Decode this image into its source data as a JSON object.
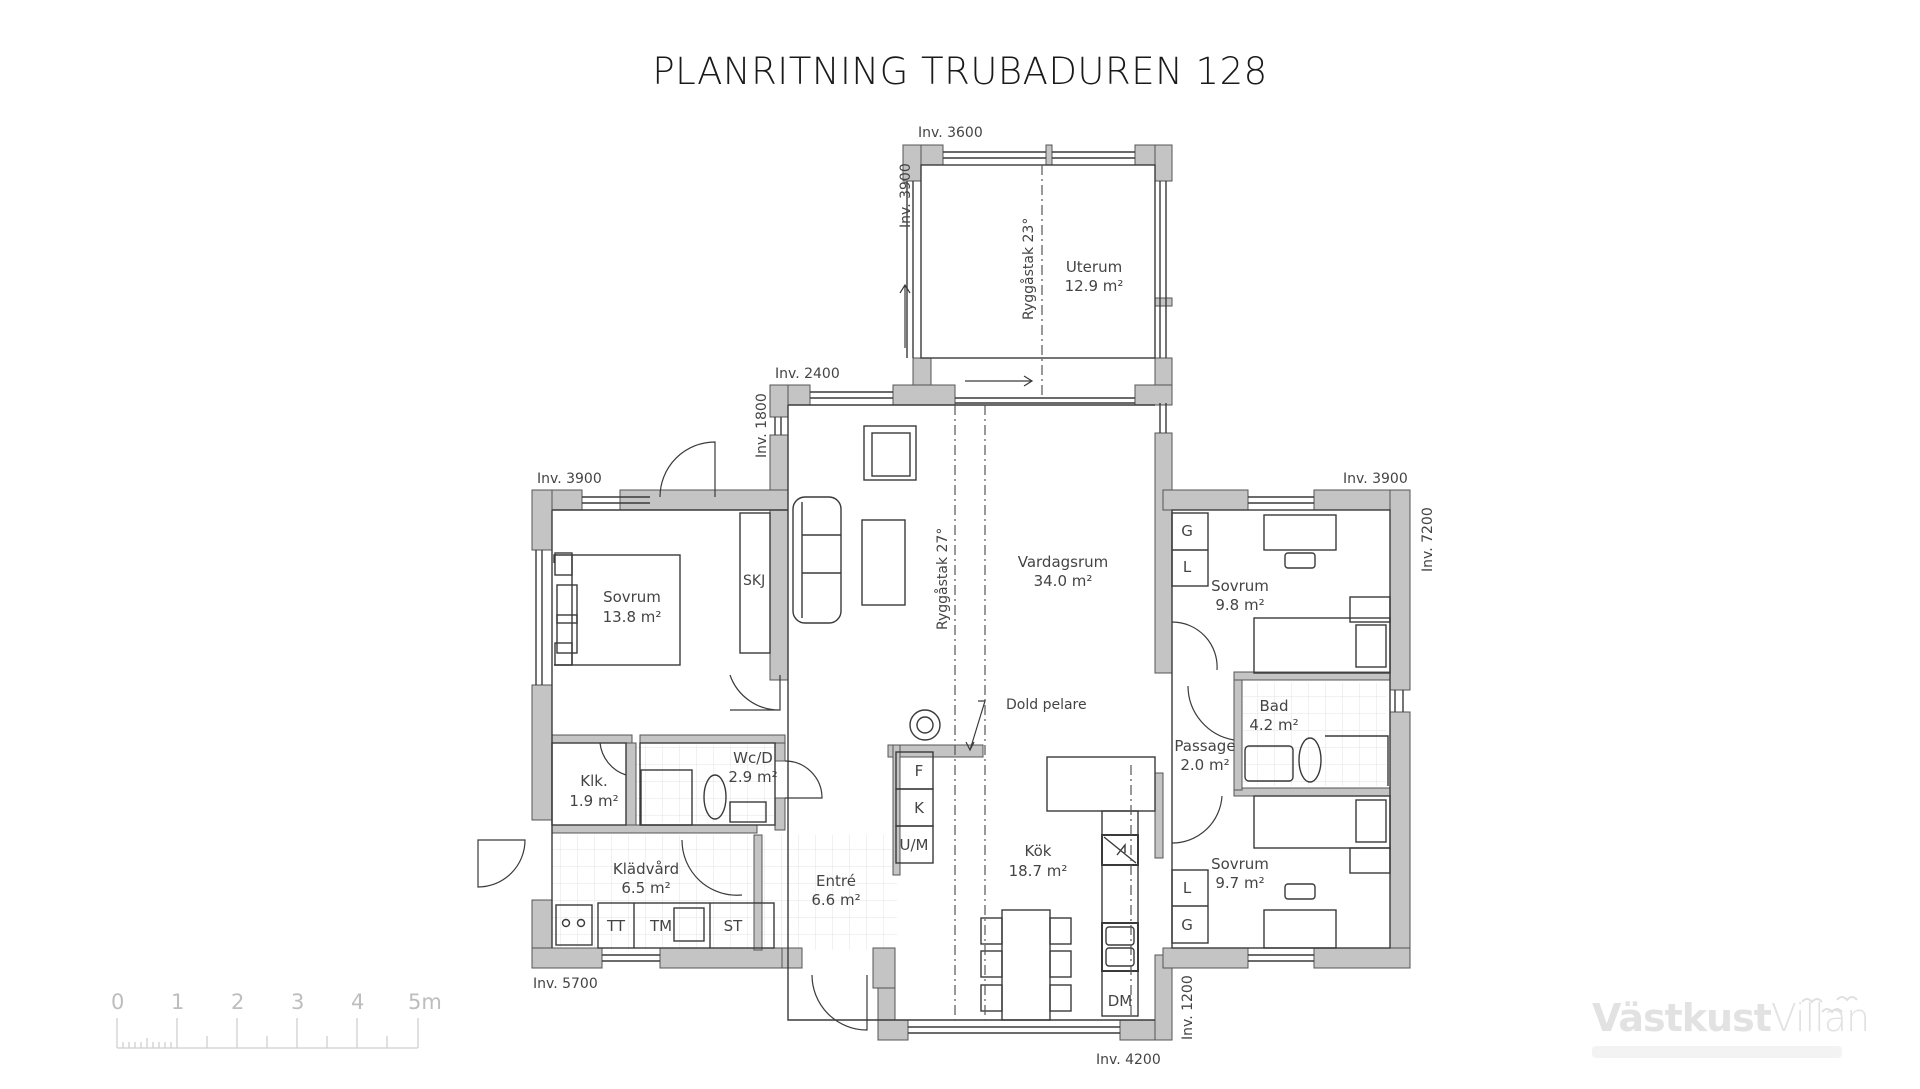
{
  "title": "PLANRITNING TRUBADUREN 128",
  "rooms": {
    "uterum": {
      "name": "Uterum",
      "area": "12.9 m²"
    },
    "vardagsrum": {
      "name": "Vardagsrum",
      "area": "34.0 m²"
    },
    "kok": {
      "name": "Kök",
      "area": "18.7 m²"
    },
    "sovrum_left": {
      "name": "Sovrum",
      "area": "13.8 m²"
    },
    "klk": {
      "name": "Klk.",
      "area": "1.9 m²"
    },
    "wcd": {
      "name": "Wc/D",
      "area": "2.9 m²"
    },
    "kladvard": {
      "name": "Klädvård",
      "area": "6.5 m²"
    },
    "entre": {
      "name": "Entré",
      "area": "6.6 m²"
    },
    "sovrum_right_top": {
      "name": "Sovrum",
      "area": "9.8 m²"
    },
    "bad": {
      "name": "Bad",
      "area": "4.2 m²"
    },
    "passage": {
      "name": "Passage",
      "area": "2.0 m²"
    },
    "sovrum_right_bottom": {
      "name": "Sovrum",
      "area": "9.7 m²"
    }
  },
  "annotations": {
    "roof_uterum": "Ryggåstak 23°",
    "roof_main": "Ryggåstak 27°",
    "dold_pelare": "Dold pelare",
    "skj": "SKJ"
  },
  "dimensions": {
    "uterum_top": "Inv. 3600",
    "uterum_left": "Inv. 3900",
    "main_top": "Inv. 2400",
    "main_left": "Inv. 1800",
    "left_wing_top": "Inv. 3900",
    "right_wing_top": "Inv. 3900",
    "right_wing_right": "Inv. 7200",
    "left_wing_bottom": "Inv. 5700",
    "main_bottom": "Inv. 4200",
    "main_right_bottom": "Inv. 1200"
  },
  "appliances": {
    "fridge": "F",
    "freezer": "K",
    "oven_micro": "U/M",
    "dishwasher": "DM",
    "dryer": "TT",
    "washer": "TM",
    "storage": "ST",
    "wardrobe_g": "G",
    "wardrobe_l": "L"
  },
  "scale_bar": {
    "labels": [
      "0",
      "1",
      "2",
      "3",
      "4",
      "5m"
    ]
  },
  "logo": {
    "bold": "Västkust",
    "light": "Villan"
  },
  "colors": {
    "wall": "#c4c4c4",
    "line": "#3a3a3a",
    "tile": "#e6e6e6",
    "faint": "#cfcfcf"
  }
}
